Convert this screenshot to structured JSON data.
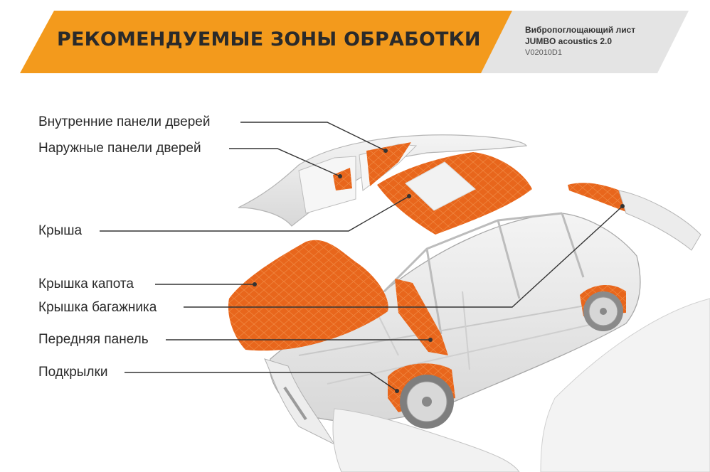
{
  "header": {
    "title": "РЕКОМЕНДУЕМЫЕ ЗОНЫ ОБРАБОТКИ",
    "product_line1": "Вибропоглощающий лист",
    "product_line2": "JUMBO acoustics 2.0",
    "product_code": "V02010D1",
    "accent_color": "#f39a1c",
    "panel_color": "#e4e4e4"
  },
  "labels": [
    {
      "text": "Внутренние панели дверей"
    },
    {
      "text": "Наружные панели дверей"
    },
    {
      "text": "Крыша"
    },
    {
      "text": "Крышка капота"
    },
    {
      "text": "Крышка багажника"
    },
    {
      "text": "Передняя панель"
    },
    {
      "text": "Подкрылки"
    }
  ],
  "diagram": {
    "treated_color": "#e8661c",
    "body_color": "#e9e9e9"
  }
}
